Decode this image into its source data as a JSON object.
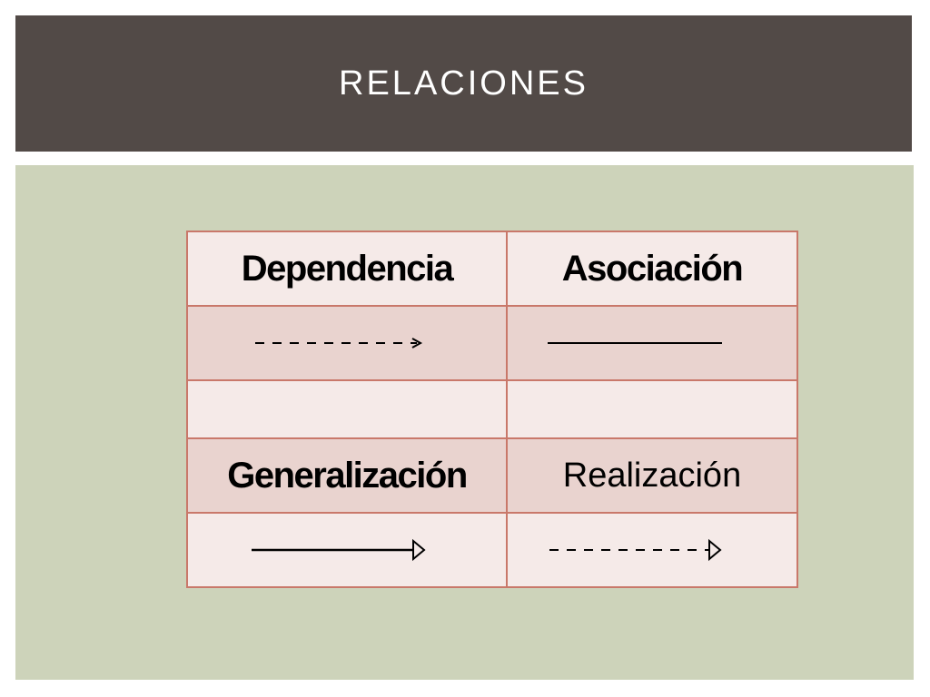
{
  "slide": {
    "title": "RELACIONES"
  },
  "table": {
    "header_left": "Dependencia",
    "header_right": "Asociación",
    "label_left": "Generalización",
    "label_right": "Realización"
  },
  "symbols": {
    "dependencia": "dashed-open-arrow-icon",
    "asociacion": "solid-line-icon",
    "generalizacion": "solid-hollow-triangle-arrow-icon",
    "realizacion": "dashed-hollow-triangle-arrow-icon"
  },
  "colors": {
    "title_bar": "#524a47",
    "panel": "#cdd3ba",
    "table_border": "#c9786a",
    "row_light": "#f5eae8",
    "row_dark": "#e9d3cf"
  }
}
